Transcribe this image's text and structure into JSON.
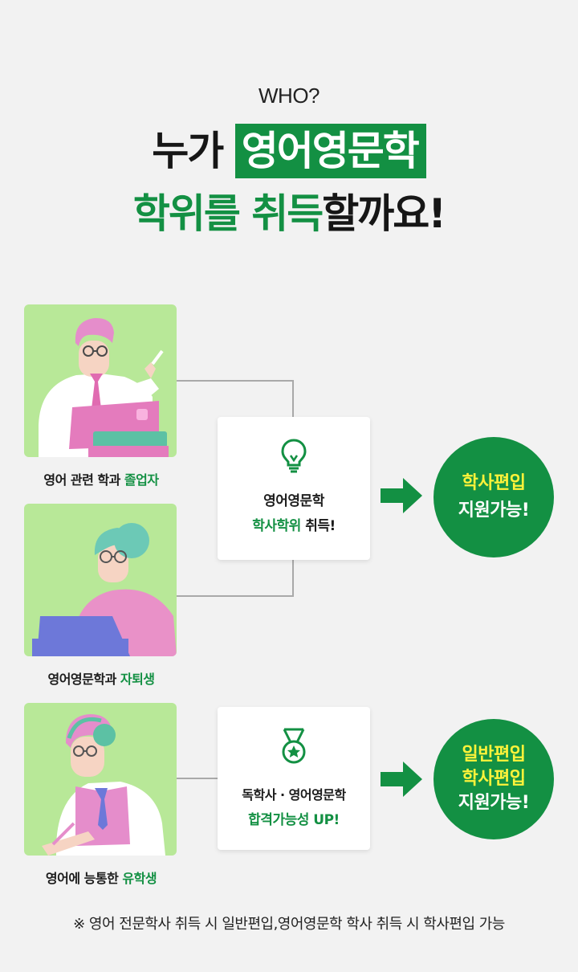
{
  "header": {
    "eyebrow": "WHO?",
    "line1_plain": "누가 ",
    "line1_highlight": "영어영문학",
    "line2_green1": "학위를",
    "line2_space1": " ",
    "line2_green2": "취득",
    "line2_plain": "할까요!"
  },
  "people": [
    {
      "caption_plain": "영어 관련 학과 ",
      "caption_green": "졸업자"
    },
    {
      "caption_plain": "영어영문학과 ",
      "caption_green": "자퇴생"
    },
    {
      "caption_plain": "영어에 능통한 ",
      "caption_green": "유학생"
    }
  ],
  "boxes": [
    {
      "icon": "lightbulb-icon",
      "line1": "영어영문학",
      "line2_green": "학사학위",
      "line2_plain": " 취득!"
    },
    {
      "icon": "medal-icon",
      "line1": "독학사 · 영어영문학",
      "line2_green": "합격가능성 UP!"
    }
  ],
  "results": [
    {
      "yellow": [
        "학사편입"
      ],
      "white": [
        "지원가능!"
      ]
    },
    {
      "yellow": [
        "일반편입",
        "학사편입"
      ],
      "white": [
        "지원가능!"
      ]
    }
  ],
  "footnote": "※ 영어 전문학사 취득 시 일반편입,영어영문학 학사 취득 시 학사편입 가능",
  "colors": {
    "brand_green": "#139043",
    "card_bg": "#b8e898",
    "accent_yellow": "#fff33a",
    "page_bg": "#f2f2f2"
  }
}
